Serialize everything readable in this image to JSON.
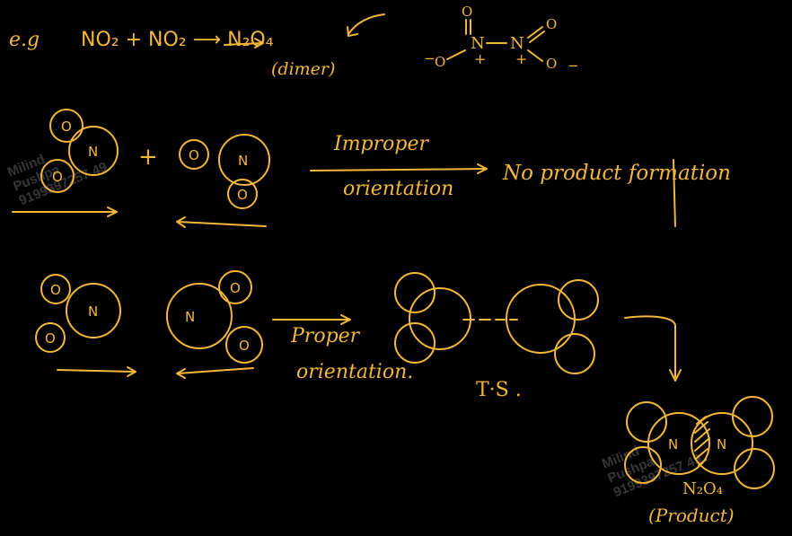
{
  "palette": {
    "background": "#000000",
    "ink": "#f4b73a",
    "watermark": "#787878"
  },
  "line1": {
    "eg": "e.g",
    "equation": "NO₂ + NO₂ ⟶ N₂O₄",
    "dimer": "(dimer)"
  },
  "structure": {
    "o_top": "O",
    "o_left": "O",
    "minus_left": "−",
    "n_left": "N",
    "plus_left": "+",
    "n_right": "N",
    "plus_right": "+",
    "o_right_top": "O",
    "o_right": "O",
    "minus_right": "−"
  },
  "case1": {
    "plus": "+",
    "arrow_top": "Improper",
    "arrow_bottom": "orientation",
    "result": "No product formation",
    "n1": "N",
    "o1a": "O",
    "o1b": "O",
    "n2": "N",
    "o2a": "O",
    "o2b": "O"
  },
  "case2": {
    "arrow_top": "Proper",
    "arrow_bottom": "orientation.",
    "ts": "T·S .",
    "n1": "N",
    "o1a": "O",
    "o1b": "O",
    "n2": "N",
    "o2a": "O",
    "o2b": "O"
  },
  "product": {
    "n_left": "N",
    "n_right": "N",
    "formula": "N₂O₄",
    "label": "(Product)"
  },
  "watermarks": [
    {
      "line1": "Milind",
      "line2": "Pushpa",
      "line3": "9199397257 49"
    },
    {
      "line1": "Milind",
      "line2": "Pushpa",
      "line3": "9199397257 49"
    }
  ]
}
